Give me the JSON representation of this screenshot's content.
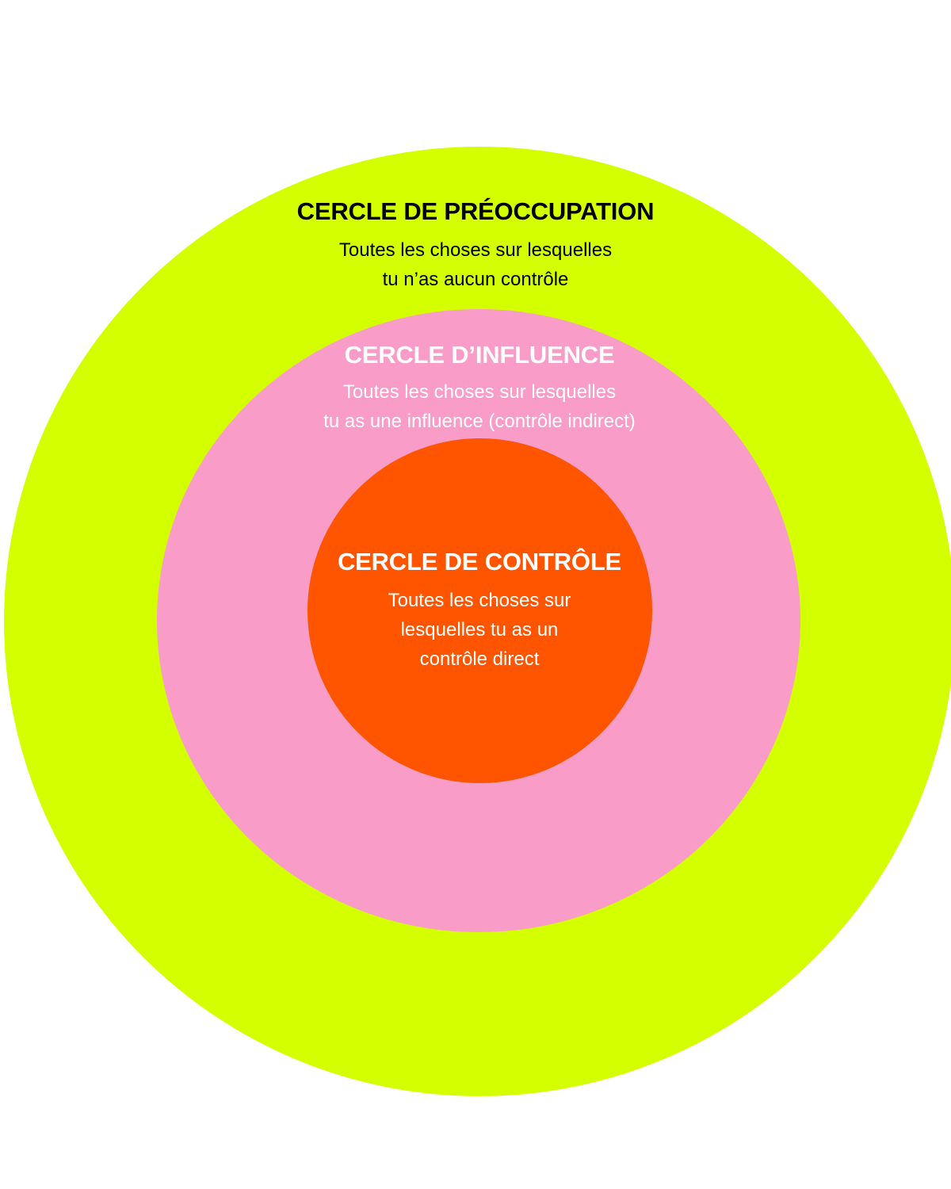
{
  "colors": {
    "outer": "#d4ff00",
    "middle": "#f99cc7",
    "inner": "#ff5500",
    "outer_text": "#000000",
    "middle_text": "#ffffff",
    "inner_text": "#ffffff"
  },
  "circles": {
    "preoccupation": {
      "title": "CERCLE DE PRÉOCCUPATION",
      "lines": [
        "Toutes les choses sur  lesquelles",
        "tu n’as aucun contrôle"
      ]
    },
    "influence": {
      "title": "CERCLE D’INFLUENCE",
      "lines": [
        "Toutes les choses sur  lesquelles",
        "tu as une influence  (contrôle indirect)"
      ]
    },
    "controle": {
      "title": "CERCLE DE CONTRÔLE",
      "lines": [
        "Toutes les choses sur",
        "lesquelles tu as un",
        "contrôle direct"
      ]
    }
  }
}
